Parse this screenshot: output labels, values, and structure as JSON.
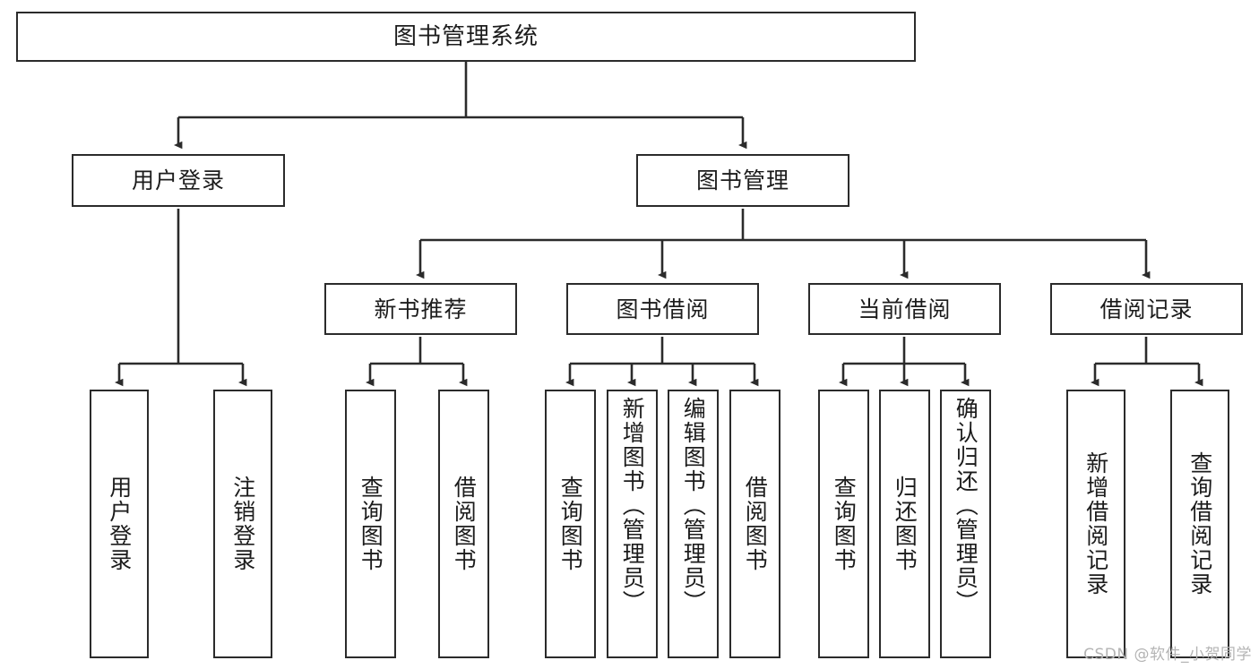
{
  "diagram": {
    "title": "图书管理系统",
    "type": "tree-hierarchy-chart",
    "colors": {
      "box_border": "#2b2b2b",
      "box_fill": "#ffffff",
      "connector": "#2b2b2b",
      "text": "#1c1c1c",
      "watermark": "#b4b4b4"
    },
    "root": {
      "label": "图书管理系统"
    },
    "level2": [
      {
        "label": "用户登录"
      },
      {
        "label": "图书管理"
      }
    ],
    "level3": [
      {
        "label": "新书推荐"
      },
      {
        "label": "图书借阅"
      },
      {
        "label": "当前借阅"
      },
      {
        "label": "借阅记录"
      }
    ],
    "level4": {
      "user_login": [
        {
          "label": "用户登录"
        },
        {
          "label": "注销登录"
        }
      ],
      "new_book_recommend": [
        {
          "label": "查询图书"
        },
        {
          "label": "借阅图书"
        }
      ],
      "book_borrow": [
        {
          "label": "查询图书"
        },
        {
          "label": "新增图书（管理员）"
        },
        {
          "label": "编辑图书（管理员）"
        },
        {
          "label": "借阅图书"
        }
      ],
      "current_borrow": [
        {
          "label": "查询图书"
        },
        {
          "label": "归还图书"
        },
        {
          "label": "确认归还（管理员）"
        }
      ],
      "borrow_record": [
        {
          "label": "新增借阅记录"
        },
        {
          "label": "查询借阅记录"
        }
      ]
    }
  },
  "watermark": {
    "text": "CSDN @软件_小贺同学"
  }
}
